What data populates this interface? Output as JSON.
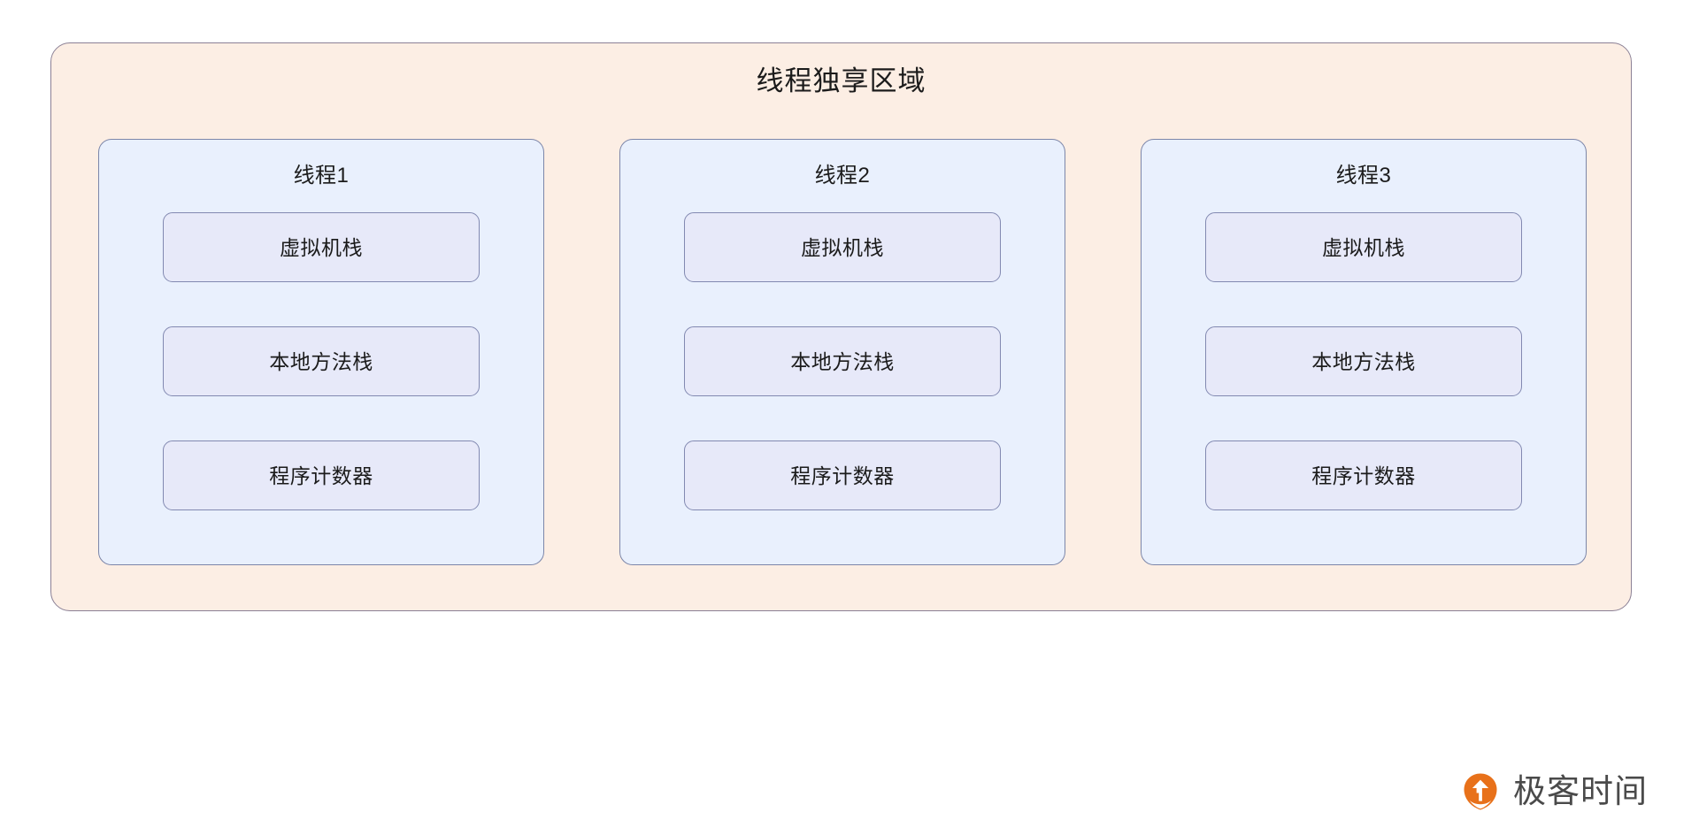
{
  "diagram": {
    "title": "线程独享区域",
    "threads": [
      {
        "name": "线程1",
        "slots": [
          {
            "label": "虚拟机栈"
          },
          {
            "label": "本地方法栈"
          },
          {
            "label": "程序计数器"
          }
        ]
      },
      {
        "name": "线程2",
        "slots": [
          {
            "label": "虚拟机栈"
          },
          {
            "label": "本地方法栈"
          },
          {
            "label": "程序计数器"
          }
        ]
      },
      {
        "name": "线程3",
        "slots": [
          {
            "label": "虚拟机栈"
          },
          {
            "label": "本地方法栈"
          },
          {
            "label": "程序计数器"
          }
        ]
      }
    ],
    "colors": {
      "outer_fill": "#FCEEE4",
      "outer_stroke": "#8B8095",
      "thread_fill": "#E9F0FD",
      "thread_stroke": "#7C86A9",
      "slot_fill": "#E7E9F9",
      "slot_stroke": "#8289B1",
      "text": "#1b1b1b",
      "brand_orange": "#E8711A",
      "brand_text": "#4a4a4a",
      "page_background": "#ffffff"
    }
  },
  "brand": {
    "name": "极客时间",
    "icon": "geektime-logo-icon"
  }
}
